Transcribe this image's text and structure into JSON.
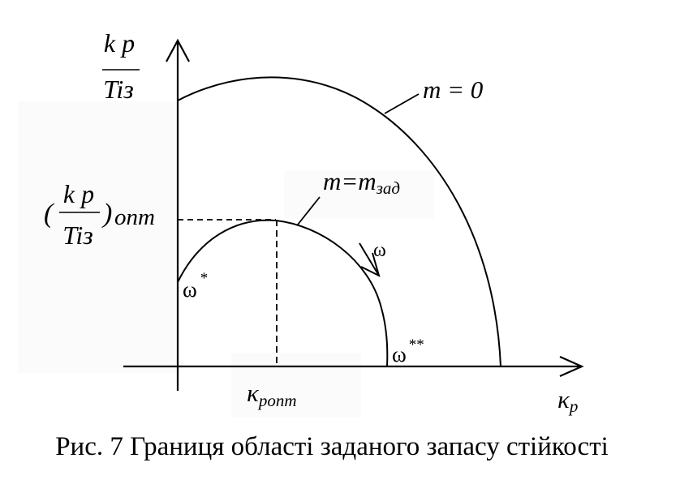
{
  "diagram": {
    "y_axis_label": {
      "numerator": "k p",
      "denominator": "Tiз"
    },
    "x_axis_label": {
      "main": "κ",
      "sub": "p"
    },
    "opt_label": {
      "open_paren": "(",
      "numerator": "k p",
      "denominator": "Tiз",
      "close_paren": ")",
      "suffix": "опт"
    },
    "x_opt_label": {
      "main": "κ",
      "sub": "pопт"
    },
    "curve_outer_label": "m = 0",
    "curve_inner_label": {
      "main": "m=m",
      "sub": "зад"
    },
    "omega_arrow_label": "ω",
    "omega_start": {
      "main": "ω",
      "sup": "*"
    },
    "omega_end": {
      "main": "ω",
      "sup": "**"
    }
  },
  "caption": "Рис. 7 Границя області заданого запасу стійкості",
  "colors": {
    "ink": "#000000",
    "background": "#ffffff",
    "shade": "#fbfbfb"
  }
}
